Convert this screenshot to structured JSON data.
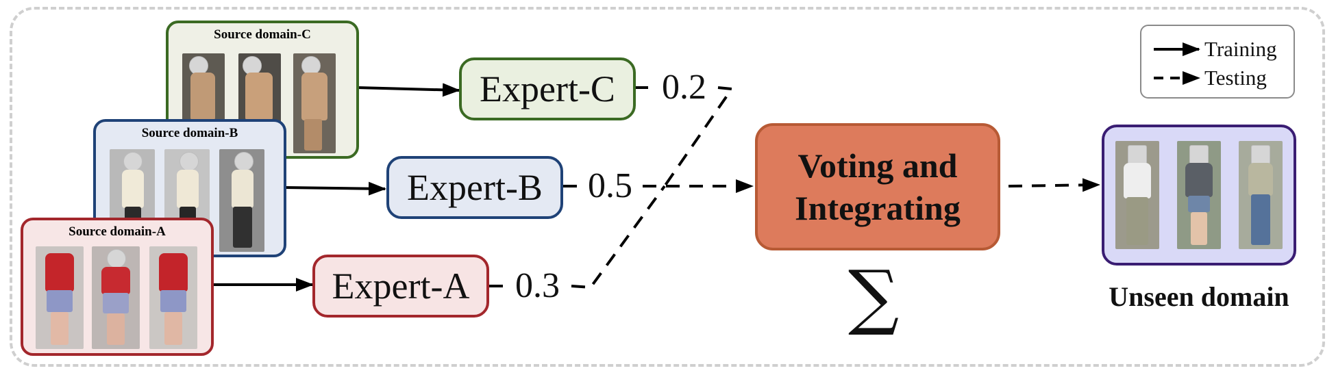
{
  "source_domains": [
    {
      "title": "Source domain-C",
      "border": "#3b6a23",
      "fill": "#eff0e6"
    },
    {
      "title": "Source domain-B",
      "border": "#1f4277",
      "fill": "#e4e9f3"
    },
    {
      "title": "Source domain-A",
      "border": "#a3272c",
      "fill": "#f7e6e6"
    }
  ],
  "experts": [
    {
      "label": "Expert-C",
      "weight": "0.2",
      "border": "#3b6a23",
      "fill": "#eaf0e0"
    },
    {
      "label": "Expert-B",
      "weight": "0.5",
      "border": "#1f4277",
      "fill": "#e4e9f3"
    },
    {
      "label": "Expert-A",
      "weight": "0.3",
      "border": "#a3272c",
      "fill": "#f7e4e4"
    }
  ],
  "aggregator": {
    "line1": "Voting and",
    "line2": "Integrating",
    "symbol": "∑",
    "fill": "#dd7b5c"
  },
  "target": {
    "label": "Unseen domain"
  },
  "legend": {
    "training": "Training",
    "testing": "Testing"
  }
}
